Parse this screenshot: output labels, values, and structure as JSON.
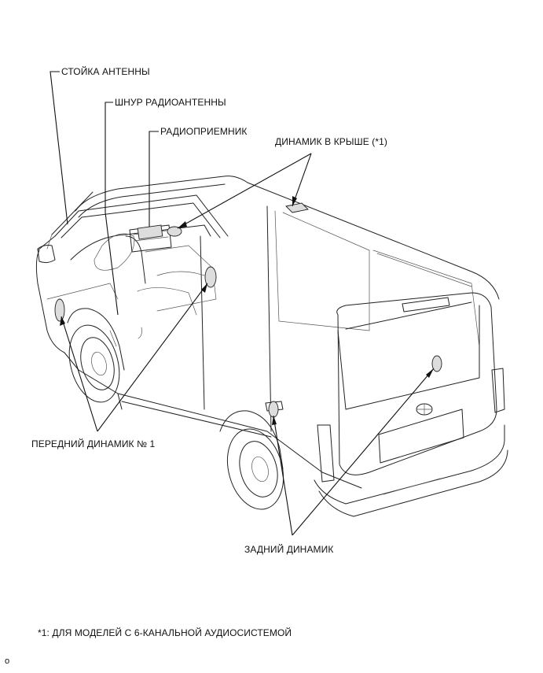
{
  "labels": {
    "antenna_pole": "СТОЙКА АНТЕННЫ",
    "antenna_cord": "ШНУР РАДИОАНТЕННЫ",
    "radio_receiver": "РАДИОПРИЕМНИК",
    "roof_speaker": "ДИНАМИК В КРЫШЕ (*1)",
    "front_speaker": "ПЕРЕДНИЙ ДИНАМИК № 1",
    "rear_speaker": "ЗАДНИЙ ДИНАМИК"
  },
  "footnote": "*1: ДЛЯ МОДЕЛЕЙ С 6-КАНАЛЬНОЙ АУДИОСИСТЕМОЙ",
  "corner_mark": "o"
}
